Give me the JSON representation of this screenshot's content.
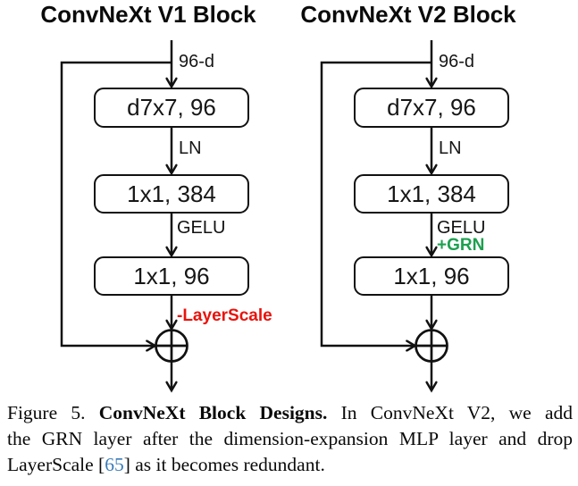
{
  "figure": {
    "columns": [
      {
        "title": "ConvNeXt V1 Block",
        "input_dim_label": "96-d",
        "box_dwconv": "d7x7, 96",
        "norm_label": "LN",
        "box_expand": "1x1, 384",
        "act_label": "GELU",
        "box_project": "1x1, 96",
        "layerscale_label": "-LayerScale"
      },
      {
        "title": "ConvNeXt V2 Block",
        "input_dim_label": "96-d",
        "box_dwconv": "d7x7, 96",
        "norm_label": "LN",
        "box_expand": "1x1, 384",
        "act_label": "GELU",
        "grn_label": "+GRN",
        "box_project": "1x1, 96"
      }
    ],
    "icons": {
      "merge_sum_icon": "circle-plus"
    },
    "colors": {
      "removed_label_red": "#e8130c",
      "added_label_green": "#1ca04f",
      "line_black": "#111111",
      "citation_blue": "#3a7cb8"
    }
  },
  "caption": {
    "line1": {
      "prefix": "Figure 5. ",
      "bold": "ConvNeXt Block Designs.",
      "rest": " In ConvNeXt V2, we add"
    },
    "line2": "the GRN layer after the dimension-expansion MLP layer and drop",
    "line3": {
      "pre": "LayerScale [",
      "cite": "65",
      "post": "] as it becomes redundant."
    }
  }
}
